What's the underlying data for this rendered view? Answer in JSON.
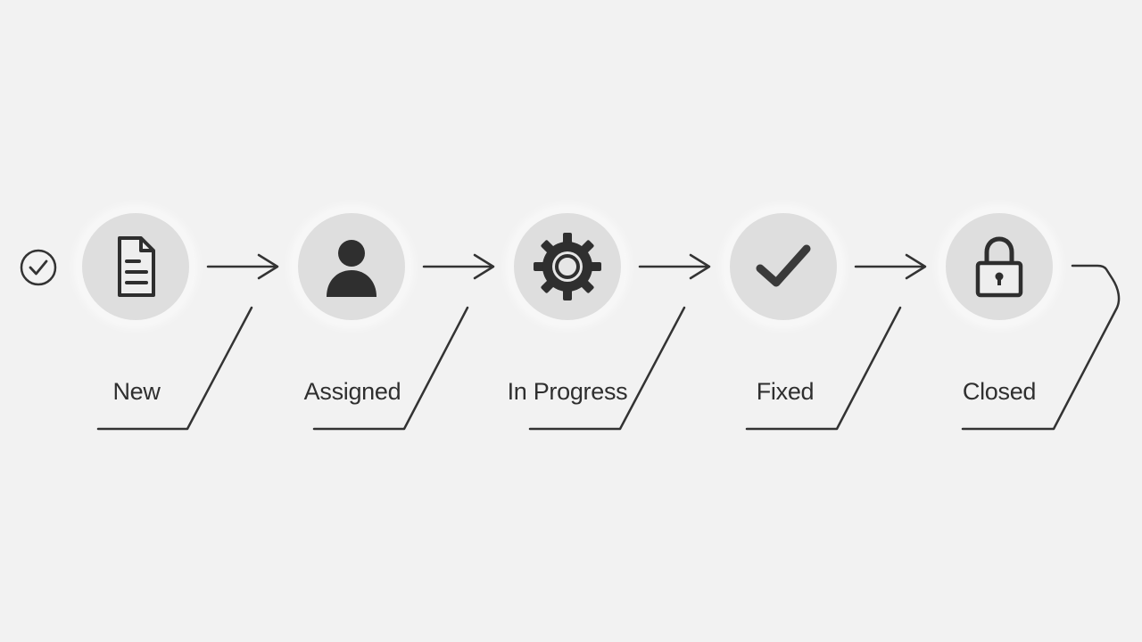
{
  "diagram": {
    "stages": [
      {
        "id": "new",
        "label": "New",
        "icon": "document-icon"
      },
      {
        "id": "assigned",
        "label": "Assigned",
        "icon": "user-icon"
      },
      {
        "id": "in-progress",
        "label": "In Progress",
        "icon": "gear-icon"
      },
      {
        "id": "fixed",
        "label": "Fixed",
        "icon": "checkmark-icon"
      },
      {
        "id": "closed",
        "label": "Closed",
        "icon": "padlock-icon"
      }
    ],
    "start_icon": "check-circle-icon",
    "colors": {
      "background": "#f2f2f2",
      "node_fill": "#dedede",
      "stroke": "#333333",
      "label": "#2f2f2f"
    }
  }
}
